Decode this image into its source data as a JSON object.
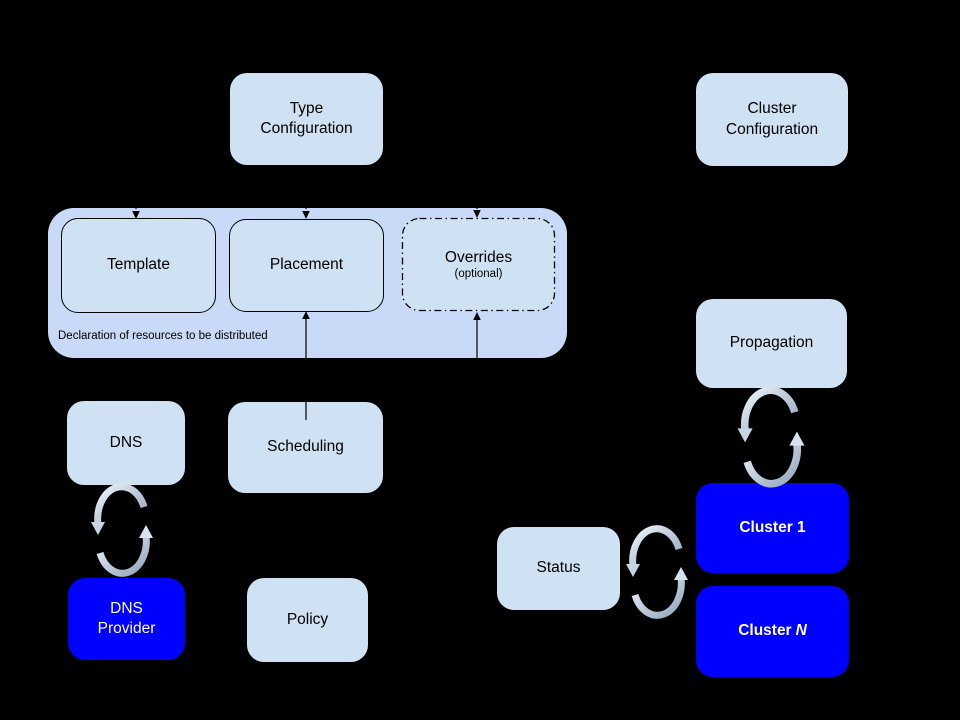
{
  "canvas": {
    "background": "#000000"
  },
  "colors": {
    "light_box_fill": "#cfe2f3",
    "group_fill": "#c9daf8",
    "blue_box_fill": "#0000fe",
    "dark_text": "#000000",
    "light_text": "#ffffff",
    "connector_line": "#000000",
    "sync_icon_light": "#e9f0f9",
    "sync_icon_dark": "#90a4ba"
  },
  "group": {
    "caption": "Declaration of resources to be distributed"
  },
  "nodes": {
    "type_configuration": {
      "lines": [
        "Type",
        "Configuration"
      ]
    },
    "cluster_configuration": {
      "lines": [
        "Cluster",
        "Configuration"
      ]
    },
    "template": {
      "label": "Template"
    },
    "placement": {
      "label": "Placement"
    },
    "overrides": {
      "label": "Overrides",
      "sublabel": "(optional)"
    },
    "propagation": {
      "label": "Propagation"
    },
    "dns": {
      "label": "DNS"
    },
    "scheduling": {
      "label": "Scheduling"
    },
    "dns_provider": {
      "lines": [
        "DNS",
        "Provider"
      ]
    },
    "policy": {
      "label": "Policy"
    },
    "status": {
      "label": "Status"
    },
    "cluster_1": {
      "label": "Cluster 1"
    },
    "cluster_n": {
      "label_prefix": "Cluster",
      "label_suffix": "N"
    }
  },
  "icons": {
    "sync": "circular-sync-arrows-icon"
  }
}
